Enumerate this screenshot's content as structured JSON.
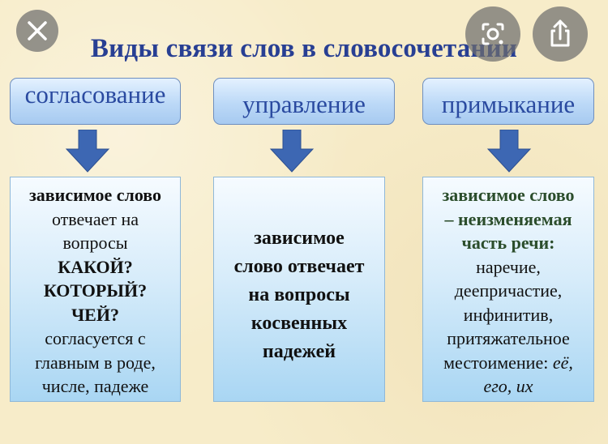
{
  "title": "Виды связи слов в словосочетании",
  "types": [
    {
      "name": "согласование",
      "desc": [
        "зависимое слово",
        "отвечает на",
        "вопросы",
        "КАКОЙ?",
        "КОТОРЫЙ?",
        "ЧЕЙ?",
        "согласуется с",
        "главным в роде,",
        "числе, падеже"
      ]
    },
    {
      "name": "управление",
      "desc": [
        "зависимое",
        "слово отвечает",
        "на вопросы",
        "косвенных",
        "падежей"
      ]
    },
    {
      "name": "примыкание",
      "desc": [
        "зависимое слово",
        "– неизменяемая",
        "часть речи:",
        "наречие,",
        "деепричастие,",
        "инфинитив,",
        "притяжательное",
        "местоимение: ",
        "её,",
        "его, их"
      ]
    }
  ],
  "icons": {
    "close": "close-icon",
    "lens": "lens-icon",
    "share": "share-icon"
  },
  "colors": {
    "title": "#283f93",
    "arrow": "#3d67b3",
    "header_text": "#2a4aa0"
  }
}
